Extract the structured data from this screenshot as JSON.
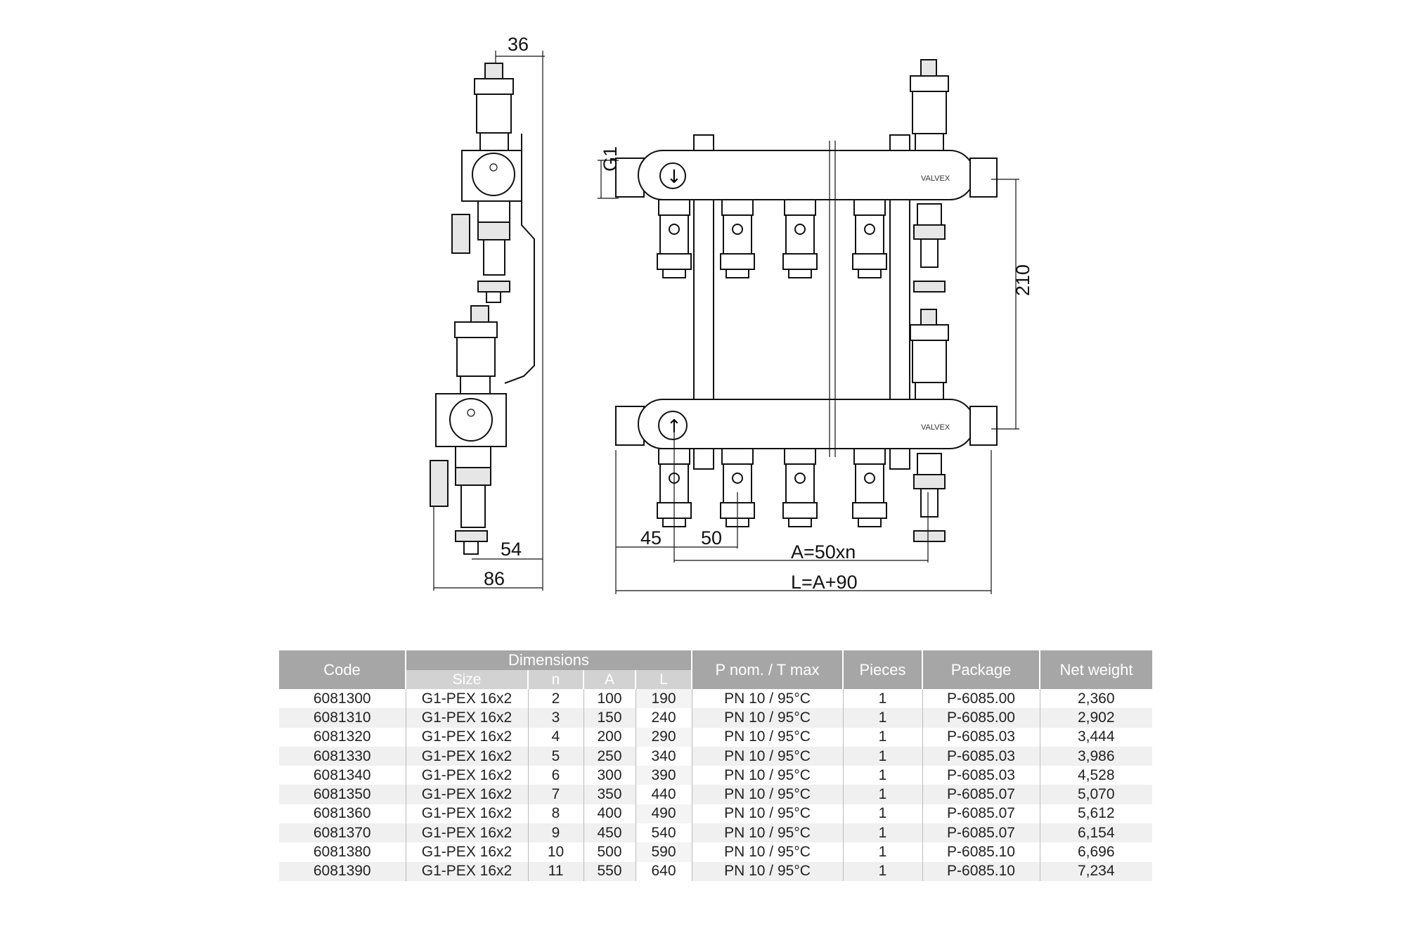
{
  "drawing": {
    "side_view": {
      "dim_top": "36",
      "dim_inner": "54",
      "dim_outer": "86"
    },
    "front_view": {
      "thread": "G1",
      "height": "210",
      "first_outlet": "45",
      "pitch": "50",
      "a_formula": "A=50xn",
      "l_formula": "L=A+90",
      "logo": "VALVEX"
    }
  },
  "table": {
    "headers": {
      "code": "Code",
      "dimensions": "Dimensions",
      "size": "Size",
      "n": "n",
      "a": "A",
      "l": "L",
      "pressure": "P nom. / T max",
      "pieces": "Pieces",
      "package": "Package",
      "net_weight": "Net weight"
    },
    "rows": [
      {
        "code": "6081300",
        "size": "G1-PEX 16x2",
        "n": "2",
        "a": "100",
        "l": "190",
        "p": "PN 10 / 95°C",
        "pieces": "1",
        "package": "P-6085.00",
        "weight": "2,360"
      },
      {
        "code": "6081310",
        "size": "G1-PEX 16x2",
        "n": "3",
        "a": "150",
        "l": "240",
        "p": "PN 10 / 95°C",
        "pieces": "1",
        "package": "P-6085.00",
        "weight": "2,902"
      },
      {
        "code": "6081320",
        "size": "G1-PEX 16x2",
        "n": "4",
        "a": "200",
        "l": "290",
        "p": "PN 10 / 95°C",
        "pieces": "1",
        "package": "P-6085.03",
        "weight": "3,444"
      },
      {
        "code": "6081330",
        "size": "G1-PEX 16x2",
        "n": "5",
        "a": "250",
        "l": "340",
        "p": "PN 10 / 95°C",
        "pieces": "1",
        "package": "P-6085.03",
        "weight": "3,986"
      },
      {
        "code": "6081340",
        "size": "G1-PEX 16x2",
        "n": "6",
        "a": "300",
        "l": "390",
        "p": "PN 10 / 95°C",
        "pieces": "1",
        "package": "P-6085.03",
        "weight": "4,528"
      },
      {
        "code": "6081350",
        "size": "G1-PEX 16x2",
        "n": "7",
        "a": "350",
        "l": "440",
        "p": "PN 10 / 95°C",
        "pieces": "1",
        "package": "P-6085.07",
        "weight": "5,070"
      },
      {
        "code": "6081360",
        "size": "G1-PEX 16x2",
        "n": "8",
        "a": "400",
        "l": "490",
        "p": "PN 10 / 95°C",
        "pieces": "1",
        "package": "P-6085.07",
        "weight": "5,612"
      },
      {
        "code": "6081370",
        "size": "G1-PEX 16x2",
        "n": "9",
        "a": "450",
        "l": "540",
        "p": "PN 10 / 95°C",
        "pieces": "1",
        "package": "P-6085.07",
        "weight": "6,154"
      },
      {
        "code": "6081380",
        "size": "G1-PEX 16x2",
        "n": "10",
        "a": "500",
        "l": "590",
        "p": "PN 10 / 95°C",
        "pieces": "1",
        "package": "P-6085.10",
        "weight": "6,696"
      },
      {
        "code": "6081390",
        "size": "G1-PEX 16x2",
        "n": "11",
        "a": "550",
        "l": "640",
        "p": "PN 10 / 95°C",
        "pieces": "1",
        "package": "P-6085.10",
        "weight": "7,234"
      }
    ]
  }
}
